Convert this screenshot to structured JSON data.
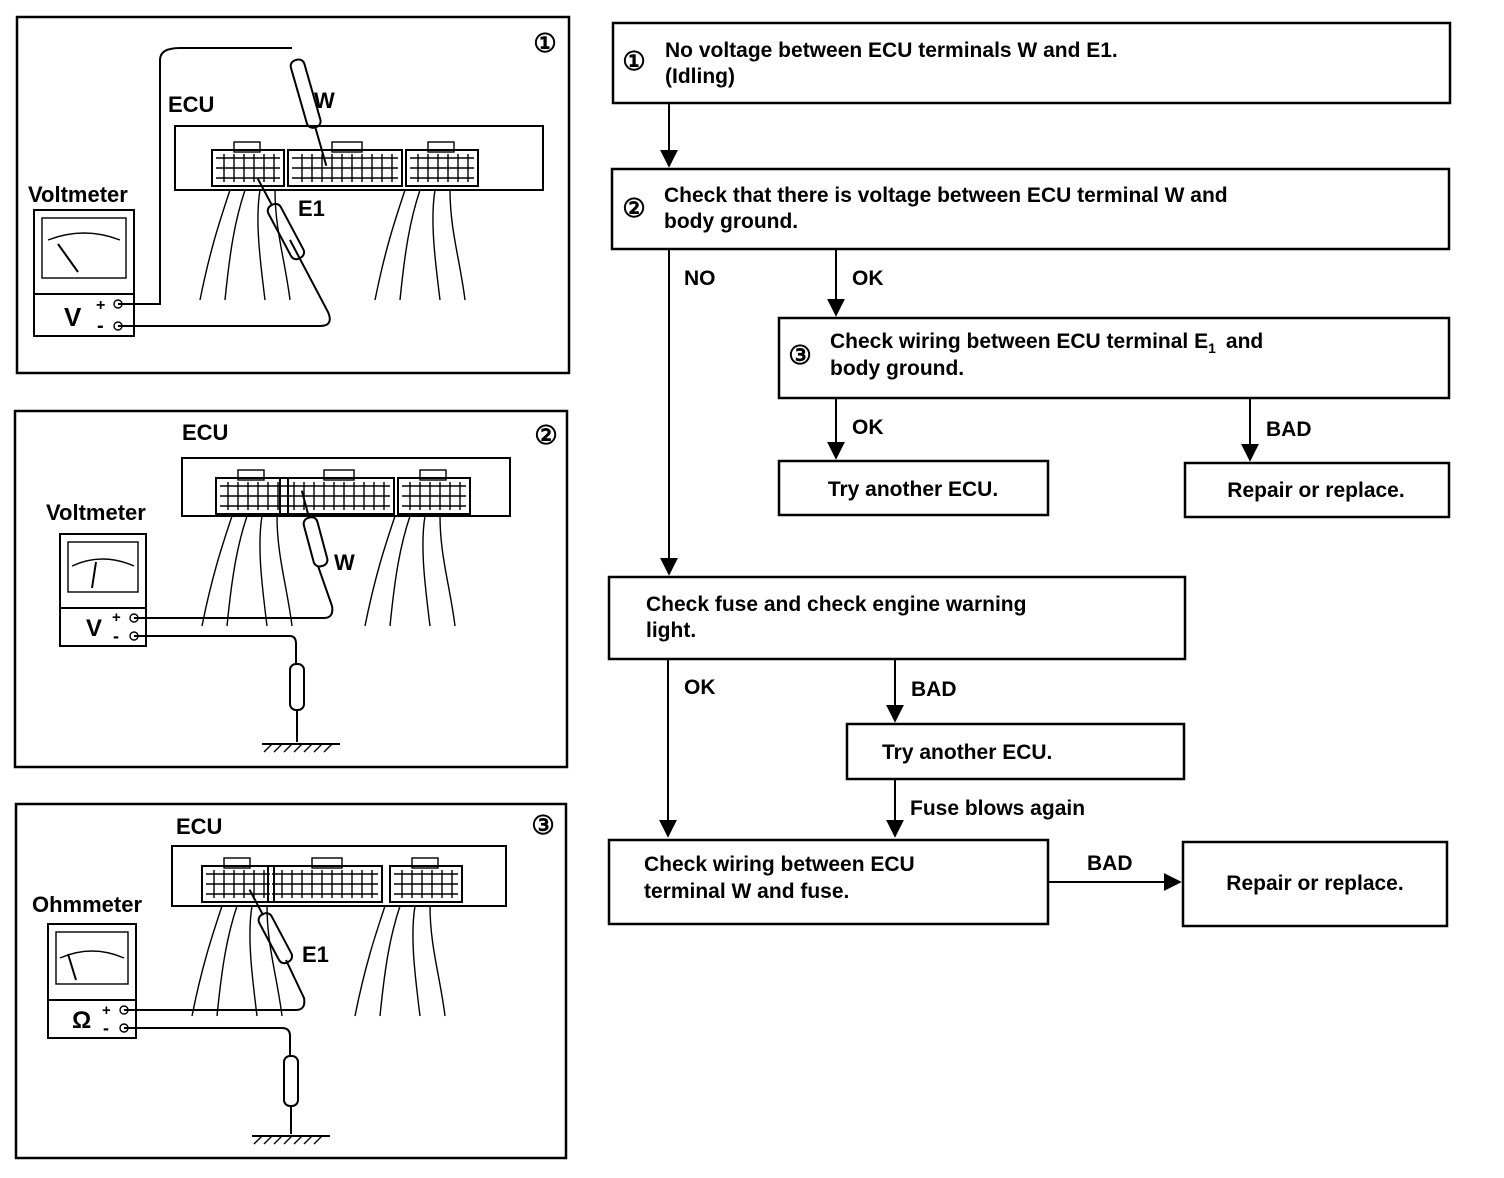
{
  "panels": [
    {
      "num": "①",
      "ecu": "ECU",
      "meter": "Voltmeter",
      "symbol": "V",
      "probe_a": "W",
      "probe_b": "E1"
    },
    {
      "num": "②",
      "ecu": "ECU",
      "meter": "Voltmeter",
      "symbol": "V",
      "probe_a": "W"
    },
    {
      "num": "③",
      "ecu": "ECU",
      "meter": "Ohmmeter",
      "symbol": "Ω",
      "probe_a": "E1"
    }
  ],
  "plus": "+",
  "minus": "-",
  "flow": {
    "step1": {
      "num": "①",
      "line1": "No voltage between ECU terminals W and E1.",
      "line2": "(Idling)"
    },
    "step2": {
      "num": "②",
      "line1": "Check that there is voltage between ECU terminal W and",
      "line2": "body ground."
    },
    "step3": {
      "num": "③",
      "line1_a": "Check wiring between ECU terminal E",
      "line1_sub": "1",
      "line1_b": "and",
      "line2": "body ground."
    },
    "try_ecu_1": "Try another ECU.",
    "repair_1": "Repair or replace.",
    "fuse_check": {
      "line1": "Check fuse and check engine warning",
      "line2": "light."
    },
    "try_ecu_2": "Try another ECU.",
    "wiring_check": {
      "line1": "Check wiring between ECU",
      "line2": "terminal W and fuse."
    },
    "repair_2": "Repair or replace.",
    "labels": {
      "no": "NO",
      "ok_a": "OK",
      "ok_b": "OK",
      "bad_a": "BAD",
      "ok_c": "OK",
      "bad_b": "BAD",
      "fuse_blows": "Fuse blows again",
      "bad_c": "BAD"
    }
  }
}
